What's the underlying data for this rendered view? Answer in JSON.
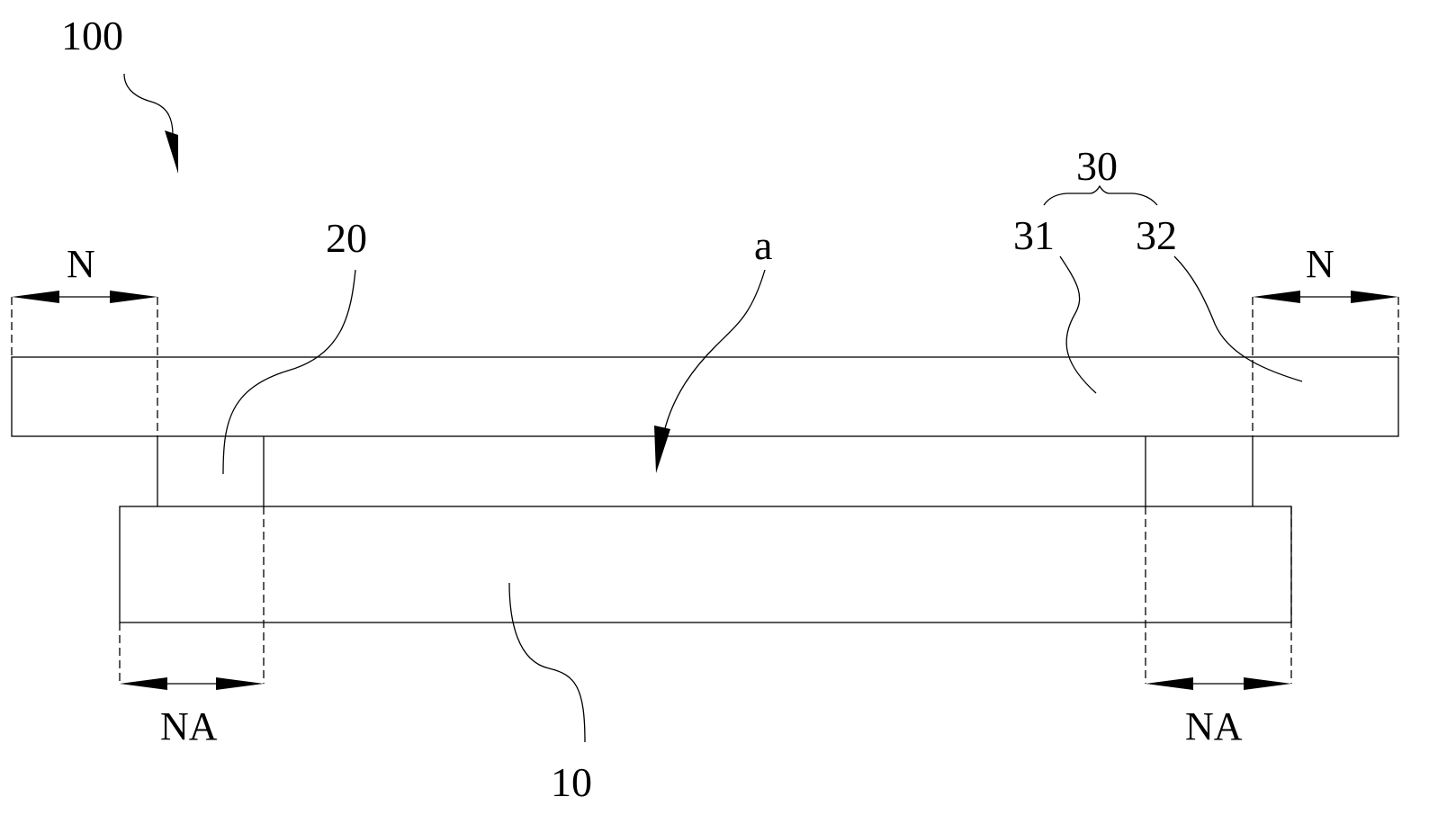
{
  "labels": {
    "assembly": "100",
    "bracket_group": "30",
    "part_31": "31",
    "part_32": "32",
    "part_20": "20",
    "gap_a": "a",
    "part_10": "10",
    "dim_left_top": "N",
    "dim_right_top": "N",
    "dim_left_bottom": "NA",
    "dim_right_bottom": "NA"
  }
}
